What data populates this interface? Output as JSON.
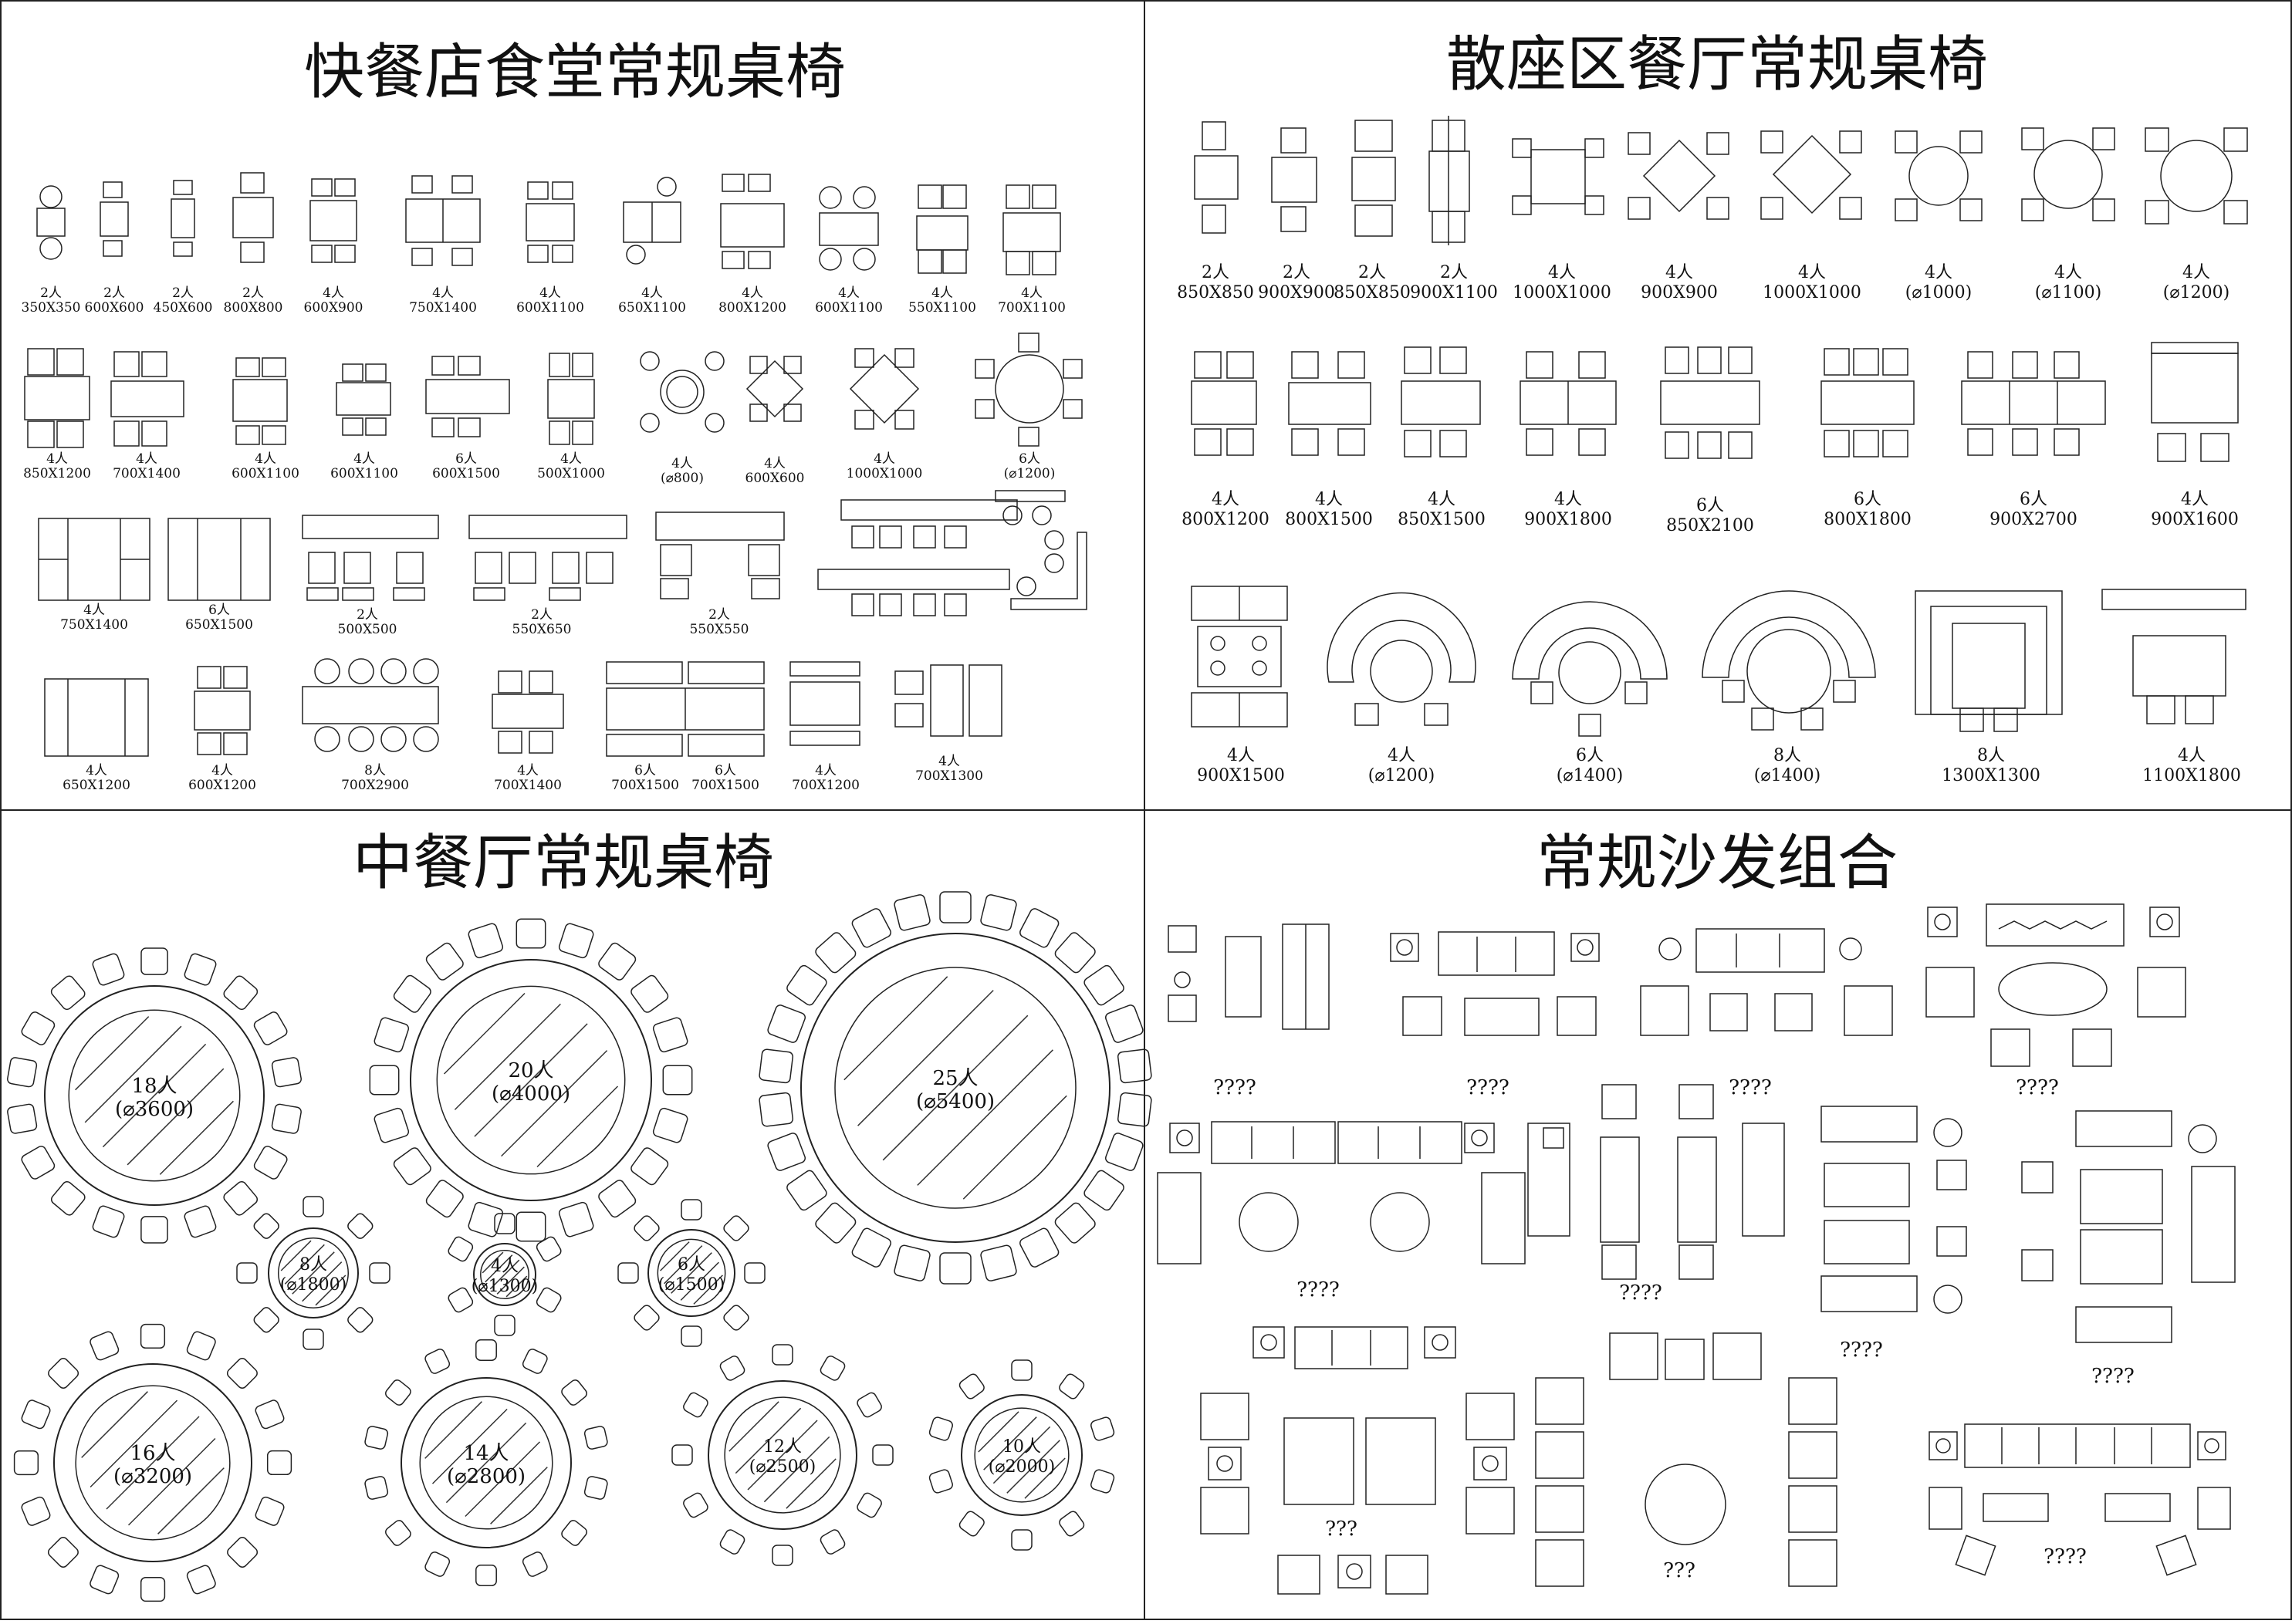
{
  "quadrants": {
    "fast_food": {
      "title": "快餐店食堂常规桌椅",
      "row1": [
        [
          "2人",
          "350X350"
        ],
        [
          "2人",
          "600X600"
        ],
        [
          "2人",
          "450X600"
        ],
        [
          "2人",
          "800X800"
        ],
        [
          "4人",
          "600X900"
        ],
        [
          "4人",
          "750X1400"
        ],
        [
          "4人",
          "600X1100"
        ],
        [
          "4人",
          "650X1100"
        ],
        [
          "4人",
          "800X1200"
        ],
        [
          "4人",
          "600X1100"
        ],
        [
          "4人",
          "550X1100"
        ],
        [
          "4人",
          "700X1100"
        ]
      ],
      "row2": [
        [
          "4人",
          "850X1200"
        ],
        [
          "4人",
          "700X1400"
        ],
        [
          "4人",
          "600X1100"
        ],
        [
          "4人",
          "600X1100"
        ],
        [
          "6人",
          "600X1500"
        ],
        [
          "4人",
          "500X1000"
        ],
        [
          "4人",
          "(⌀800)"
        ],
        [
          "4人",
          "600X600"
        ],
        [
          "4人",
          "1000X1000"
        ],
        [
          "6人",
          "(⌀1200)"
        ]
      ],
      "row3": [
        [
          "4人",
          "750X1400"
        ],
        [
          "6人",
          "650X1500"
        ],
        [
          "2人",
          "500X500"
        ],
        [
          "2人",
          "550X650"
        ],
        [
          "2人",
          "550X550"
        ]
      ],
      "row4": [
        [
          "4人",
          "650X1200"
        ],
        [
          "4人",
          "600X1200"
        ],
        [
          "8人",
          "700X2900"
        ],
        [
          "4人",
          "700X1400"
        ],
        [
          "6人",
          "700X1500"
        ],
        [
          "6人",
          "700X1500"
        ],
        [
          "4人",
          "700X1200"
        ],
        [
          "4人",
          "700X1300"
        ]
      ]
    },
    "casual_dining": {
      "title": "散座区餐厅常规桌椅",
      "row1": [
        [
          "2人",
          "850X850"
        ],
        [
          "2人",
          "900X900"
        ],
        [
          "2人",
          "850X850"
        ],
        [
          "2人",
          "900X1100"
        ],
        [
          "4人",
          "1000X1000"
        ],
        [
          "4人",
          "900X900"
        ],
        [
          "4人",
          "1000X1000"
        ],
        [
          "4人",
          "(⌀1000)"
        ],
        [
          "4人",
          "(⌀1100)"
        ],
        [
          "4人",
          "(⌀1200)"
        ]
      ],
      "row2": [
        [
          "4人",
          "800X1200"
        ],
        [
          "4人",
          "800X1500"
        ],
        [
          "4人",
          "850X1500"
        ],
        [
          "4人",
          "900X1800"
        ],
        [
          "6人",
          "850X2100"
        ],
        [
          "6人",
          "800X1800"
        ],
        [
          "6人",
          "900X2700"
        ],
        [
          "4人",
          "900X1600"
        ]
      ],
      "row3": [
        [
          "4人",
          "900X1500"
        ],
        [
          "4人",
          "(⌀1200)"
        ],
        [
          "6人",
          "(⌀1400)"
        ],
        [
          "8人",
          "(⌀1400)"
        ],
        [
          "8人",
          "1300X1300"
        ],
        [
          "4人",
          "1100X1800"
        ]
      ]
    },
    "chinese": {
      "title": "中餐厅常规桌椅",
      "tables": [
        {
          "seats": "18人",
          "size": "(⌀3600)"
        },
        {
          "seats": "20人",
          "size": "(⌀4000)"
        },
        {
          "seats": "25人",
          "size": "(⌀5400)"
        },
        {
          "seats": "8人",
          "size": "(⌀1800)"
        },
        {
          "seats": "4人",
          "size": "(⌀1300)"
        },
        {
          "seats": "6人",
          "size": "(⌀1500)"
        },
        {
          "seats": "16人",
          "size": "(⌀3200)"
        },
        {
          "seats": "14人",
          "size": "(⌀2800)"
        },
        {
          "seats": "12人",
          "size": "(⌀2500)"
        },
        {
          "seats": "10人",
          "size": "(⌀2000)"
        }
      ]
    },
    "sofa": {
      "title": "常规沙发组合",
      "labels": [
        "????",
        "????",
        "????",
        "????",
        "????",
        "????",
        "????",
        "????",
        "???",
        "???",
        "????"
      ]
    }
  }
}
